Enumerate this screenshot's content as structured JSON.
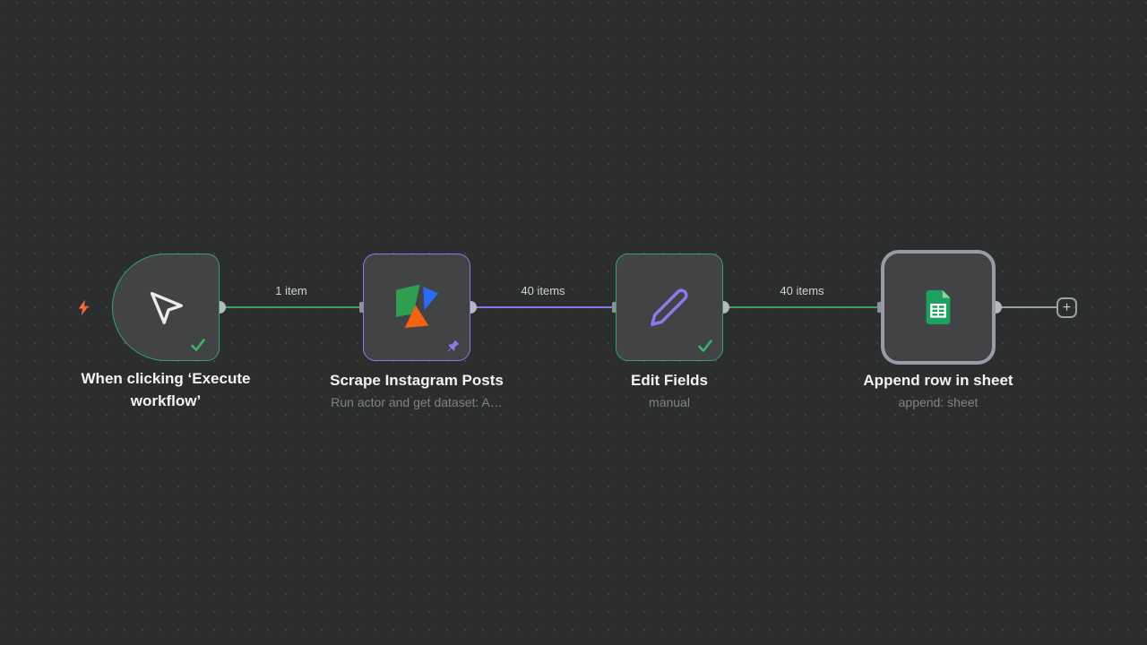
{
  "canvas": {
    "background": "#2c2d2d",
    "dot_color": "#414343"
  },
  "colors": {
    "success_green": "#3da06b",
    "check_green": "#3cb46e",
    "pinned_purple": "#8d7aea",
    "connection_gray": "#9aa0a6",
    "node_background": "#414345",
    "selection_border": "#989da3",
    "trigger_bolt_orange": "#ff8e42",
    "trigger_bolt_red": "#ef4136",
    "title_text": "#f2f3f5",
    "subtitle_text": "#7f8286",
    "sheets_green": "#1ea05f",
    "apify_green": "#2f9e4f",
    "apify_blue": "#2b6bf3",
    "apify_orange": "#f4610f"
  },
  "nodes": [
    {
      "title": "When clicking ‘Execute workflow’",
      "subtitle": "",
      "icon": "mouse-pointer-icon",
      "status": "success",
      "type": "trigger"
    },
    {
      "title": "Scrape Instagram Posts",
      "subtitle": "Run actor and get dataset: A…",
      "icon": "apify-icon",
      "status": "pinned",
      "type": "action"
    },
    {
      "title": "Edit Fields",
      "subtitle": "manual",
      "icon": "pencil-icon",
      "status": "success",
      "type": "action"
    },
    {
      "title": "Append row in sheet",
      "subtitle": "append: sheet",
      "icon": "google-sheets-icon",
      "status": "selected",
      "type": "action"
    }
  ],
  "connections": [
    {
      "label": "1 item",
      "color": "green"
    },
    {
      "label": "40 items",
      "color": "purple"
    },
    {
      "label": "40 items",
      "color": "green"
    },
    {
      "label": "",
      "color": "gray"
    }
  ],
  "add_node_button": {
    "label": "+"
  }
}
